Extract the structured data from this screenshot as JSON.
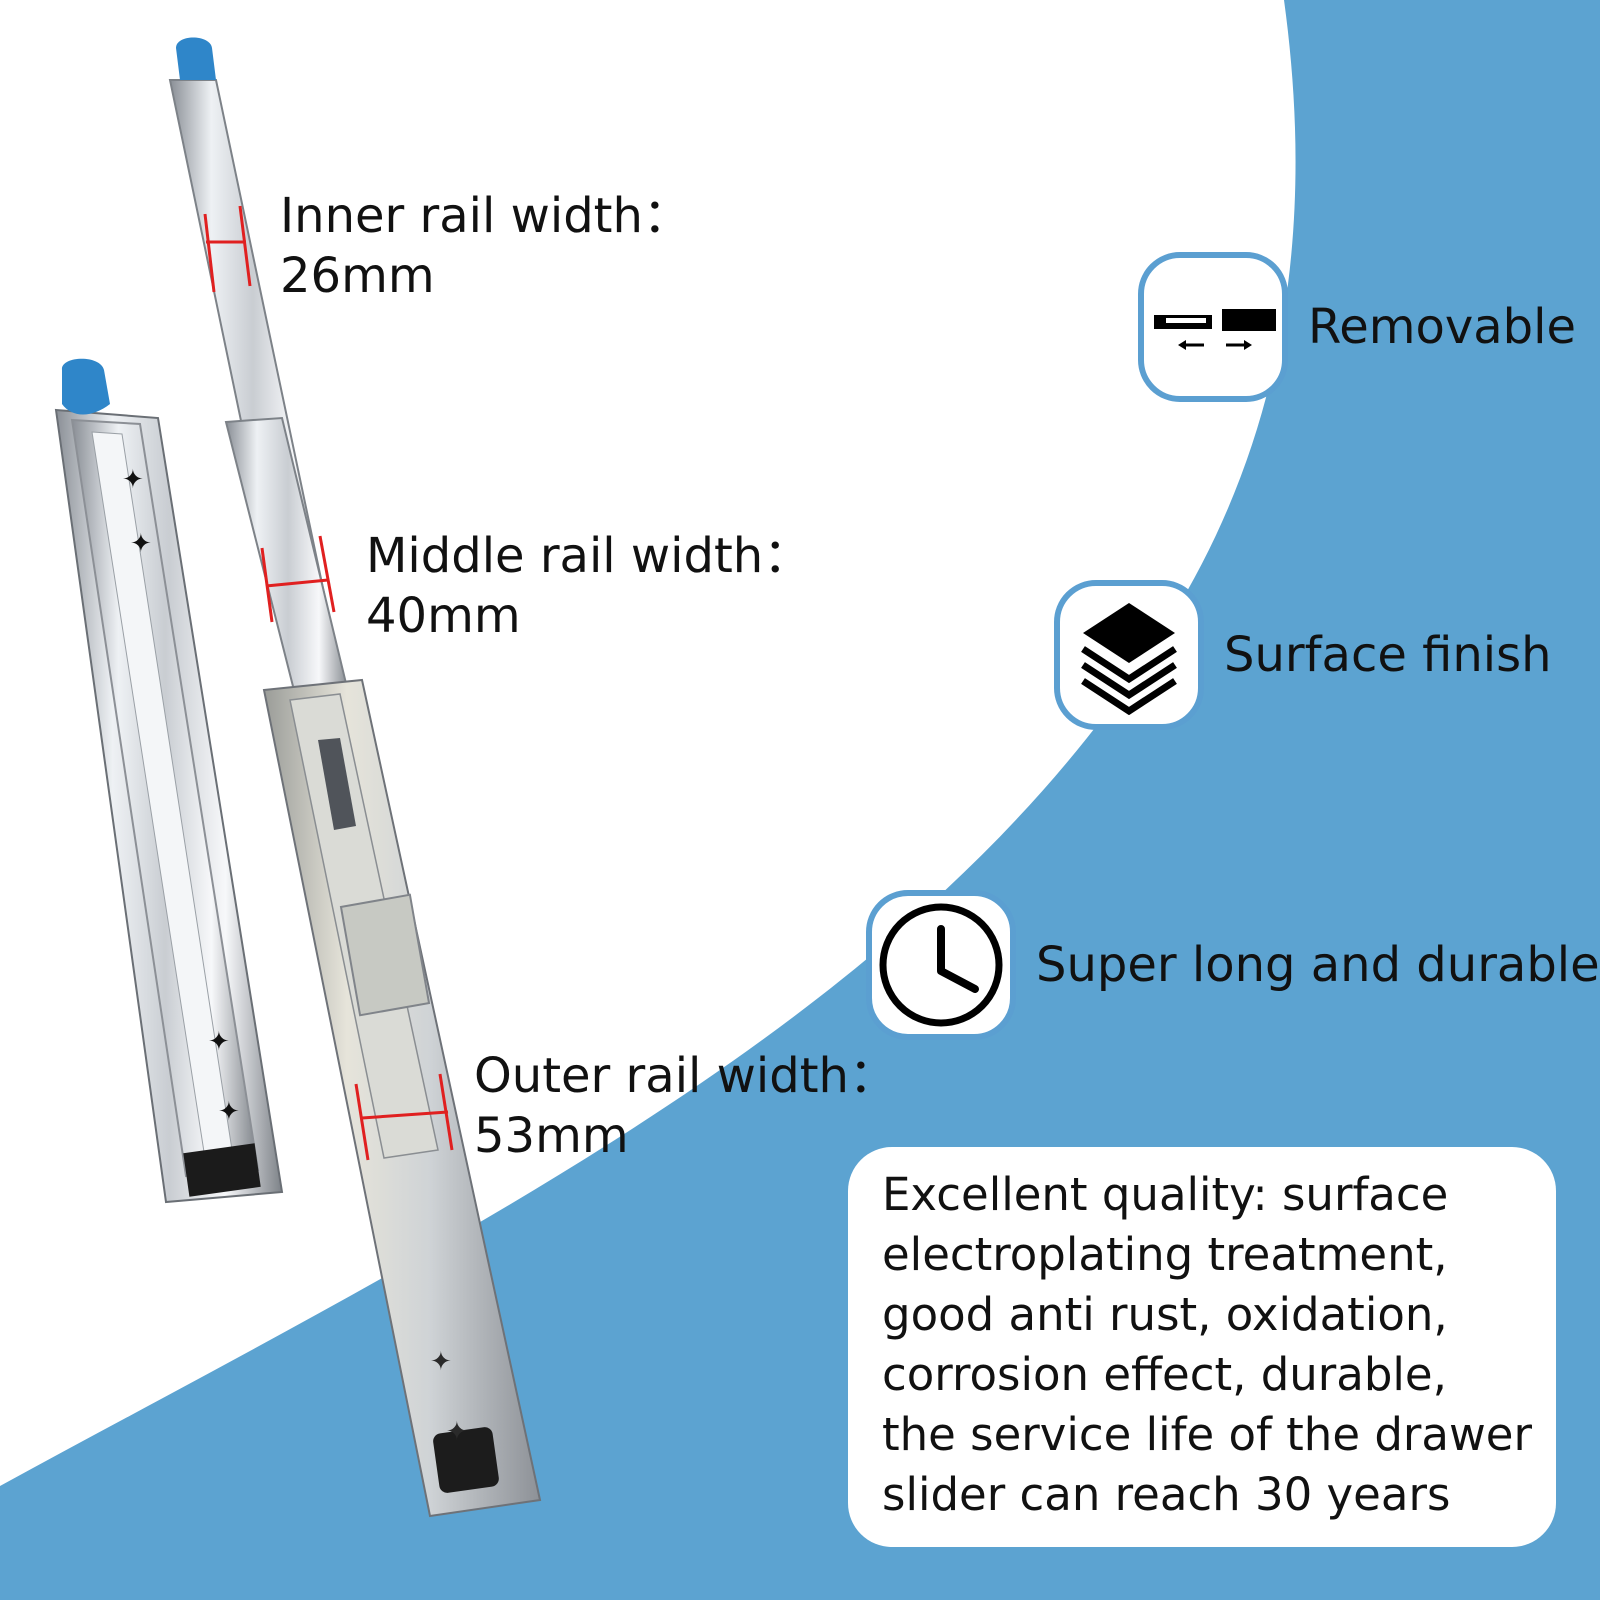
{
  "colors": {
    "accent_blue": "#5ca3d1",
    "measure_red": "#e02020",
    "knob_blue": "#2f86c9"
  },
  "dimensions": {
    "inner": {
      "line1": "Inner rail width：",
      "line2": "26mm"
    },
    "middle": {
      "line1": "Middle rail width：",
      "line2": "40mm"
    },
    "outer": {
      "line1": "Outer rail width：",
      "line2": "53mm"
    }
  },
  "features": [
    {
      "icon": "removable-icon",
      "label": "Removable"
    },
    {
      "icon": "layers-icon",
      "label": "Surface finish"
    },
    {
      "icon": "clock-icon",
      "label": "Super long and durable"
    }
  ],
  "quality": {
    "lines": [
      "Excellent quality: surface",
      "electroplating treatment,",
      "good anti rust, oxidation,",
      "corrosion effect, durable,",
      "the service life of the drawer",
      "slider can reach 30 years"
    ]
  }
}
